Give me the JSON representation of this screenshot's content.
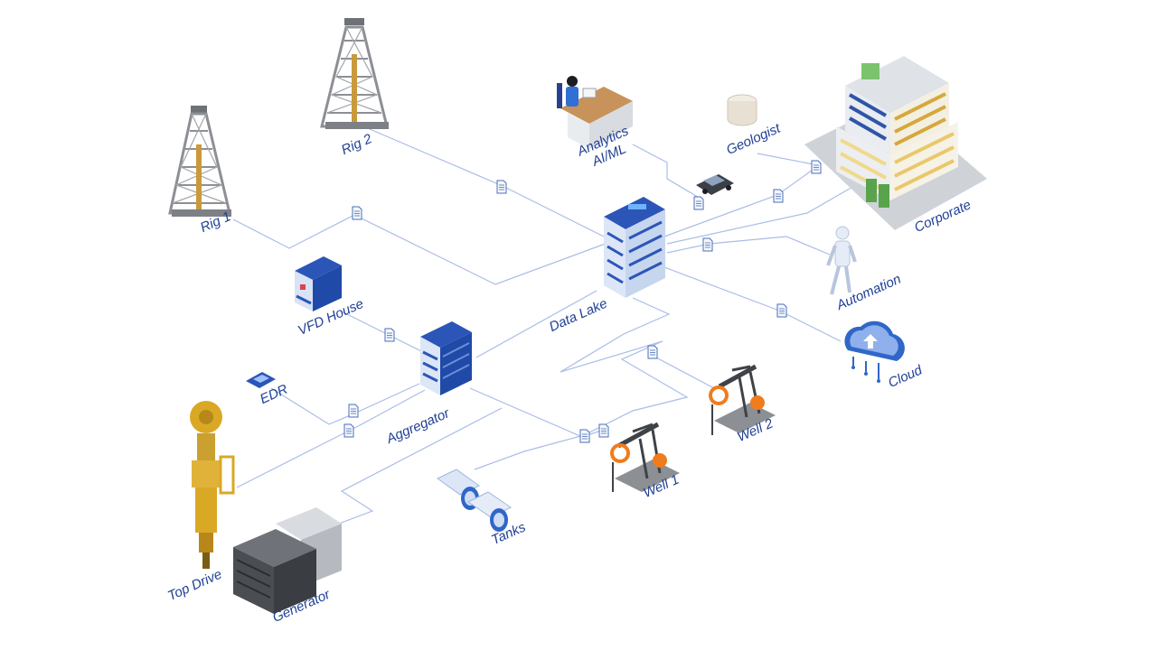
{
  "nodes": {
    "rig1": {
      "label": "Rig 1",
      "icon": "drilling-rig-icon"
    },
    "rig2": {
      "label": "Rig 2",
      "icon": "drilling-rig-icon"
    },
    "analytics": {
      "label_line1": "Analytics",
      "label_line2": "AI/ML",
      "icon": "analyst-desk-icon"
    },
    "geologist": {
      "label": "Geologist",
      "icon": "storage-tank-icon"
    },
    "corporate": {
      "label": "Corporate",
      "icon": "office-building-icon"
    },
    "automation": {
      "label": "Automation",
      "icon": "robot-icon"
    },
    "cloud": {
      "label": "Cloud",
      "icon": "cloud-icon"
    },
    "data_lake": {
      "label": "Data Lake",
      "icon": "server-rack-icon"
    },
    "vfd_house": {
      "label": "VFD House",
      "icon": "vfd-cabinet-icon"
    },
    "edr": {
      "label": "EDR",
      "icon": "chip-icon"
    },
    "aggregator": {
      "label": "Aggregator",
      "icon": "server-rack-icon"
    },
    "well1": {
      "label": "Well 1",
      "icon": "pumpjack-icon"
    },
    "well2": {
      "label": "Well 2",
      "icon": "pumpjack-icon"
    },
    "tanks": {
      "label": "Tanks",
      "icon": "tank-cylinders-icon"
    },
    "top_drive": {
      "label": "Top Drive",
      "icon": "top-drive-icon"
    },
    "generator": {
      "label": "Generator",
      "icon": "generator-icon"
    }
  },
  "colors": {
    "label": "#1f3f95",
    "connector": "#a9bde6",
    "server_blue": "#2c55b8",
    "server_light": "#dce6f7",
    "rig_grey": "#8c8f94",
    "pumpjack_orange": "#f07c1e",
    "cloud_blue": "#2f67c9",
    "topdrive_gold": "#d9a925",
    "generator_dark": "#4a4d52"
  }
}
